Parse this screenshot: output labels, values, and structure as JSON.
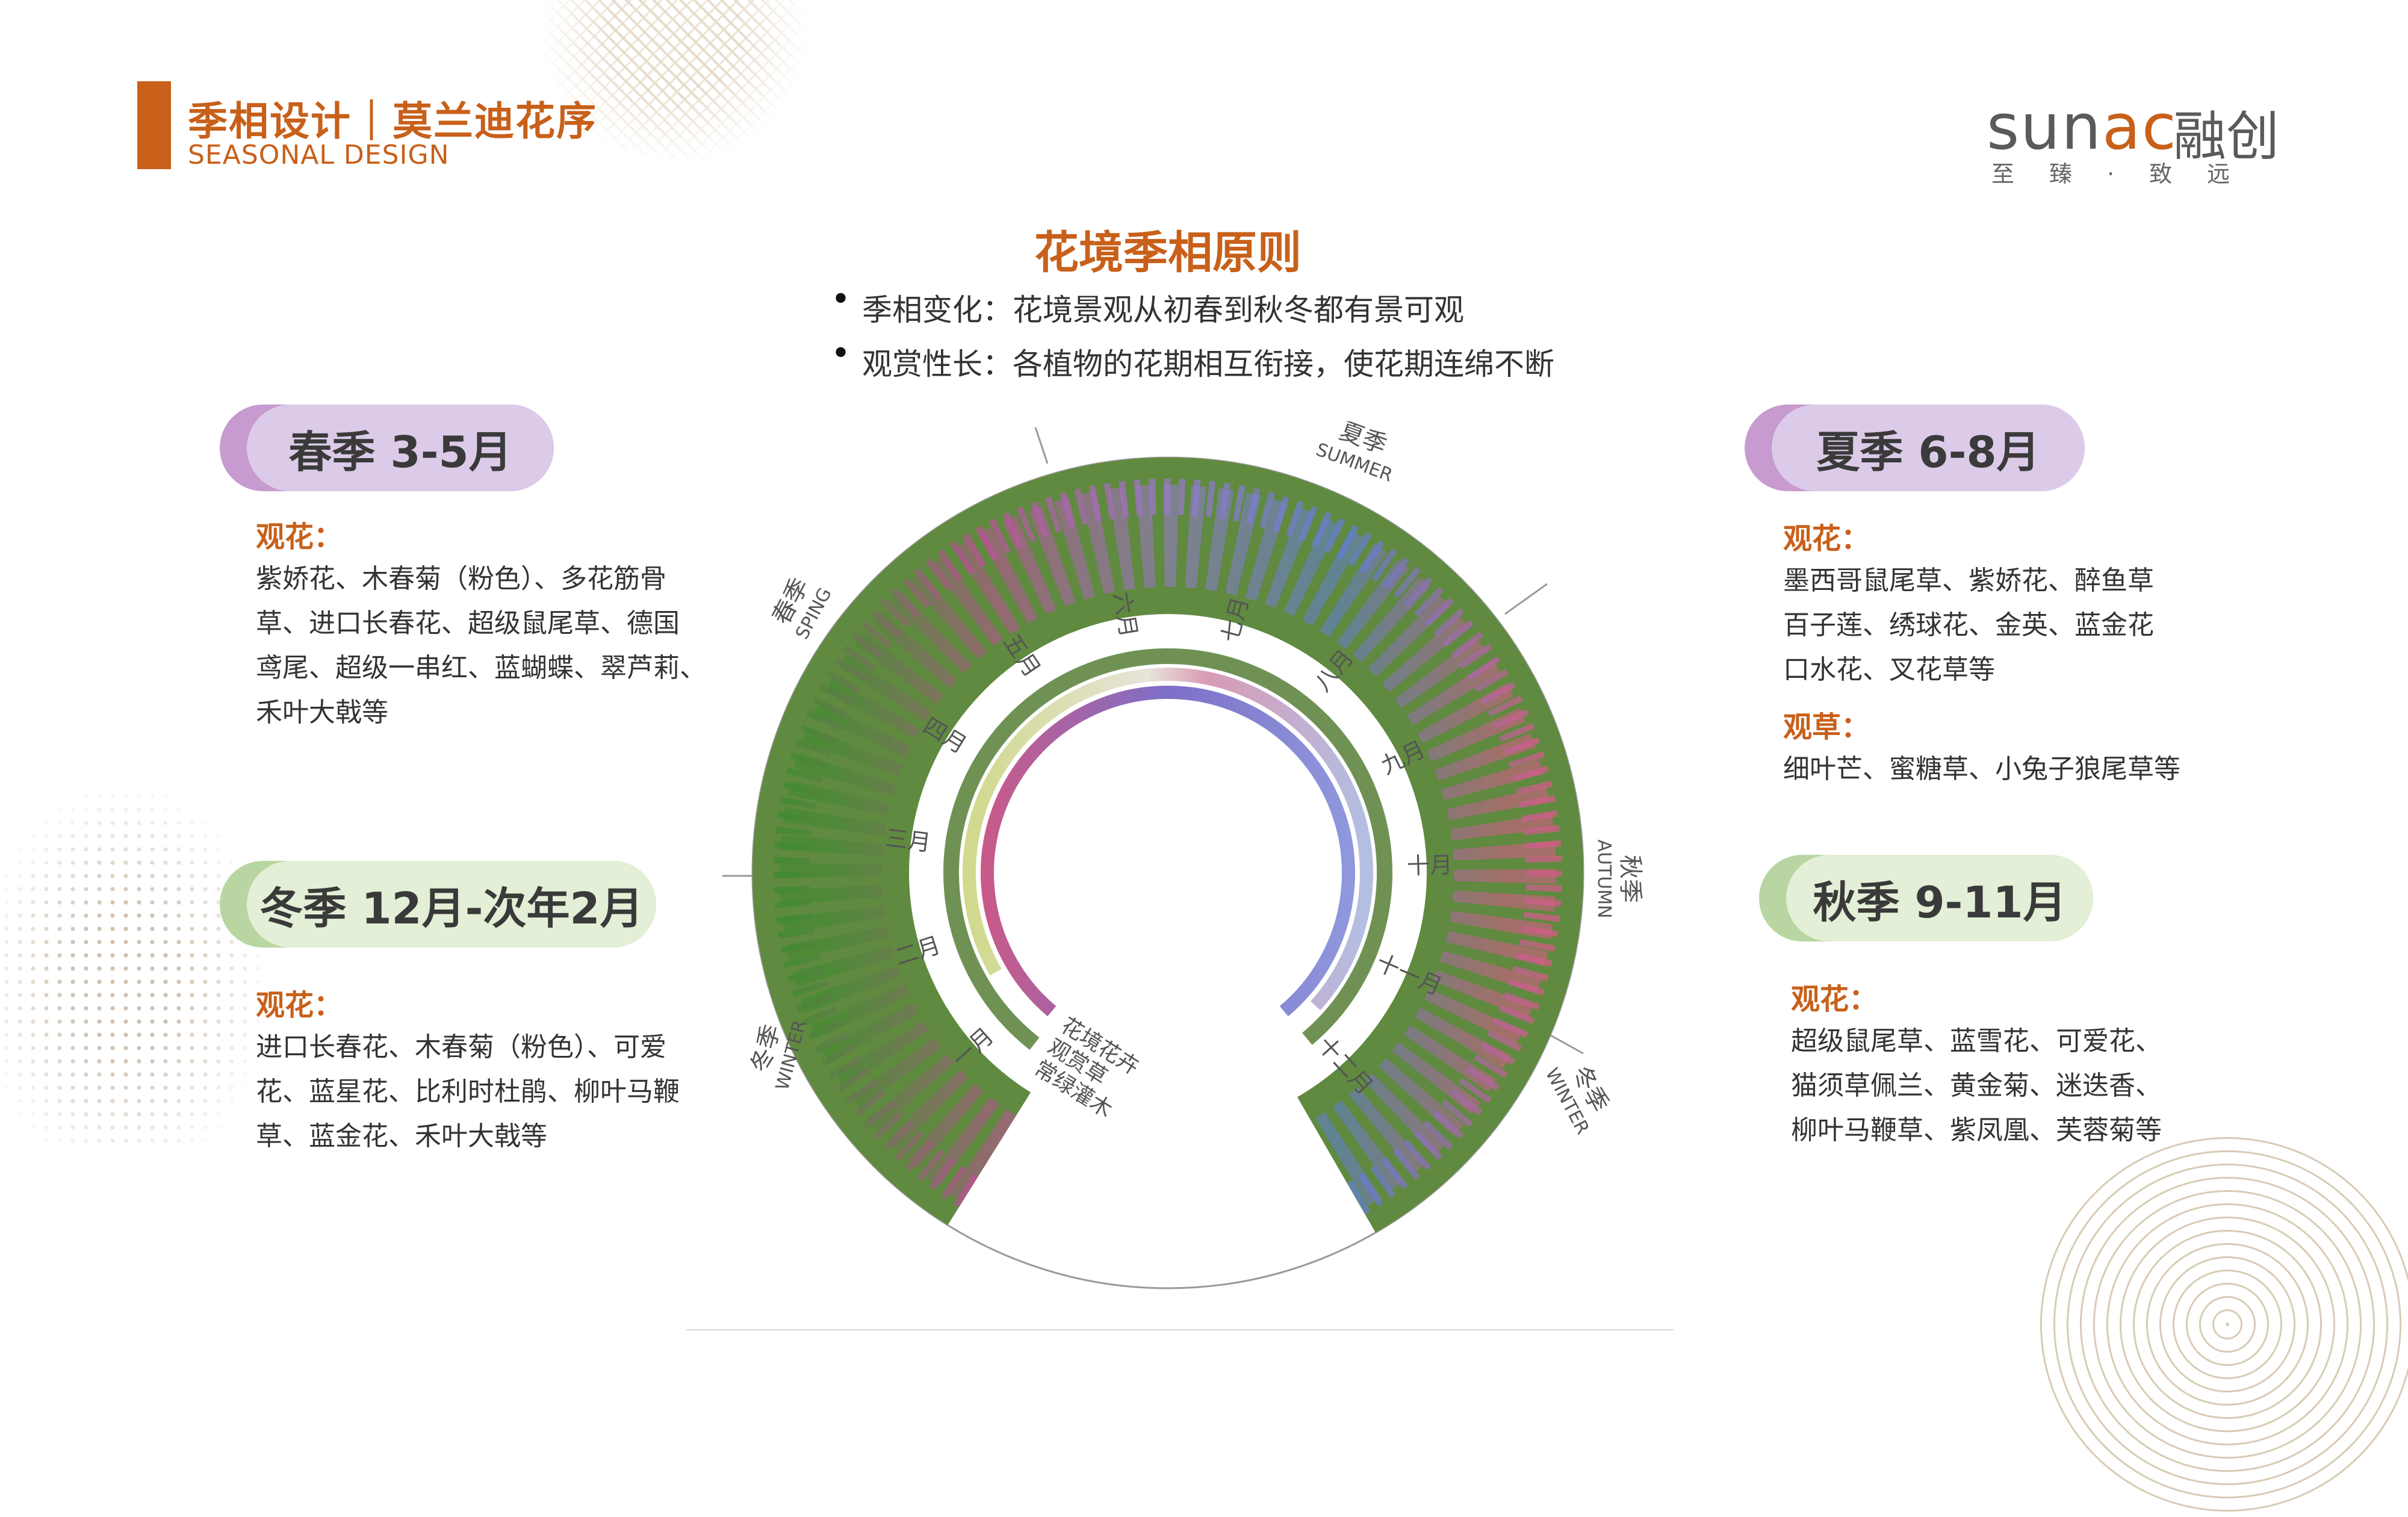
{
  "header": {
    "title_cn": "季相设计｜莫兰迪花序",
    "title_en": "SEASONAL DESIGN"
  },
  "logo": {
    "word_pre": "sun",
    "word_accent": "ac",
    "brand_cn": "融创",
    "slogan": "至臻·致远"
  },
  "principles": {
    "title": "花境季相原则",
    "bullets": [
      "季相变化：花境景观从初春到秋冬都有景可观",
      "观赏性长：各植物的花期相互衔接，使花期连绵不断"
    ]
  },
  "seasons": {
    "spring": {
      "title": "春季 3-5月",
      "flower_label": "观花：",
      "flower_lines": [
        "紫娇花、木春菊（粉色）、多花筋骨",
        "草、进口长春花、超级鼠尾草、德国",
        "鸢尾、超级一串红、蓝蝴蝶、翠芦莉、",
        "禾叶大戟等"
      ]
    },
    "winter": {
      "title": "冬季 12月-次年2月",
      "flower_label": "观花：",
      "flower_lines": [
        "进口长春花、木春菊（粉色）、可爱",
        "花、蓝星花、比利时杜鹃、柳叶马鞭",
        "草、蓝金花、禾叶大戟等"
      ]
    },
    "summer": {
      "title": "夏季 6-8月",
      "flower_label": "观花：",
      "flower_lines": [
        "墨西哥鼠尾草、紫娇花、醉鱼草",
        "百子莲、绣球花、金英、蓝金花",
        "口水花、叉花草等"
      ],
      "grass_label": "观草：",
      "grass_lines": [
        "细叶芒、蜜糖草、小兔子狼尾草等"
      ]
    },
    "autumn": {
      "title": "秋季 9-11月",
      "flower_label": "观花：",
      "flower_lines": [
        "超级鼠尾草、蓝雪花、可爱花、",
        "猫须草佩兰、黄金菊、迷迭香、",
        "柳叶马鞭草、紫凤凰、芙蓉菊等"
      ]
    }
  },
  "wheel": {
    "season_labels": [
      {
        "cn": "春季",
        "en": "SPING"
      },
      {
        "cn": "夏季",
        "en": "SUMMER"
      },
      {
        "cn": "秋季",
        "en": "AUTUMN"
      },
      {
        "cn": "冬季",
        "en": "WINTER"
      },
      {
        "cn": "冬季",
        "en": "WINTER"
      }
    ],
    "months": [
      "一月",
      "二月",
      "三月",
      "四月",
      "五月",
      "六月",
      "七月",
      "八月",
      "九月",
      "十月",
      "十一月",
      "十二月"
    ],
    "legend": [
      "花境花卉",
      "观赏草",
      "常绿灌木"
    ],
    "colors": {
      "flower": "#6f9254",
      "grass": "#b8c96a",
      "shrub_a": "#c85a8a",
      "shrub_b": "#7d6fc8",
      "ring": "#8a8a8a"
    }
  }
}
